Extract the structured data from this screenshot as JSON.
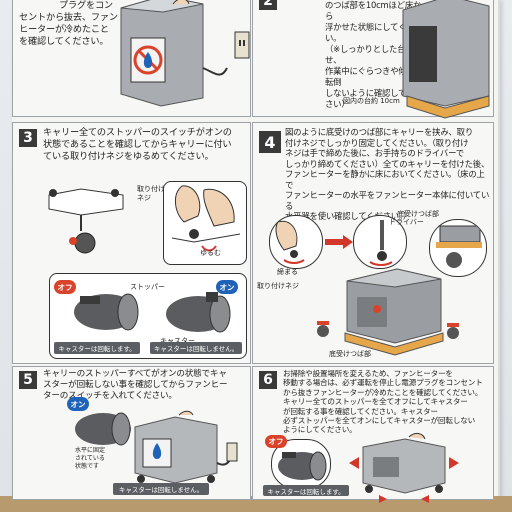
{
  "step1": {
    "text_lines": [
      "プラグをコン",
      "セントから抜去、ファン",
      "ヒーターが冷めたこと",
      "を確認してください。"
    ]
  },
  "step2": {
    "number": "2",
    "text_lines": [
      "のつば部を10cmほど床から",
      "浮かせた状態にしてください。",
      "（※しっかりとした台に載せ、",
      "作業中にぐらつきや傾き・転倒",
      "しないように確認してください）"
    ],
    "label_stand": "図内の台約 10cm"
  },
  "step3": {
    "number": "3",
    "text_lines": [
      "キャリー全てのストッパーのスイッチがオンの",
      "状態であることを確認してからキャリーに付い",
      "ている取り付けネジをゆるめてください。"
    ],
    "label_screw": "取り付け\nネジ",
    "label_loosen": "ゆるむ",
    "label_stopper": "ストッパー",
    "label_caster": "キャスター",
    "label_off": "オフ",
    "label_on": "オン",
    "caption_off": "キャスターは回転します。",
    "caption_on": "キャスターは回転しません。"
  },
  "step4": {
    "number": "4",
    "text_lines": [
      "図のように底受けのつば部にキャリーを挟み、取り",
      "付けネジでしっかり固定してください。（取り付け",
      "ネジは手で締めた後に、お手持ちのドライバーで",
      "しっかり締めてください）全てのキャリーを付けた後、",
      "ファンヒーターを静かに床においてください。（床の上で",
      "ファンヒーターの水平をファンヒーター本体に付いている",
      "水平器を使い確認してください。）"
    ],
    "label_flange": "底受けつば部",
    "label_driver": "ドライバー",
    "label_tighten": "締まる",
    "label_screw": "取り付けネジ",
    "label_bottom": "底受けつば部"
  },
  "step5": {
    "number": "5",
    "text_lines": [
      "キャリーのストッパーすべてがオンの状態でキャ",
      "スターが回転しない事を確認してからファンヒー",
      "ターのスイッチを入れてください。"
    ],
    "label_on": "オン",
    "label_stopper_note": "水平に固定\nされている\n状態です",
    "caption": "キャスターは回転しません。"
  },
  "step6": {
    "number": "6",
    "text_lines": [
      "お掃除や設置場所を変えるため、ファンヒーターを",
      "移動する場合は、必ず運転を停止し電源プラグをコンセント",
      "から抜きファンヒーターが冷めたことを確認してください。",
      "キャリー全てのストッパーを全てオフにしてキャスター",
      "が回転する事を確認してください。キャスター",
      "必ずストッパーを全てオンにしてキャスターが回転しない",
      "ようにしてください。"
    ],
    "label_off": "オフ",
    "caption": "キャスターは回転します。"
  },
  "colors": {
    "off_red": "#d9432b",
    "on_blue": "#1f63b8",
    "arrow_red": "#d2372a",
    "heater_gray": "#9a9ea3",
    "stand_orange": "#e6a64a"
  }
}
